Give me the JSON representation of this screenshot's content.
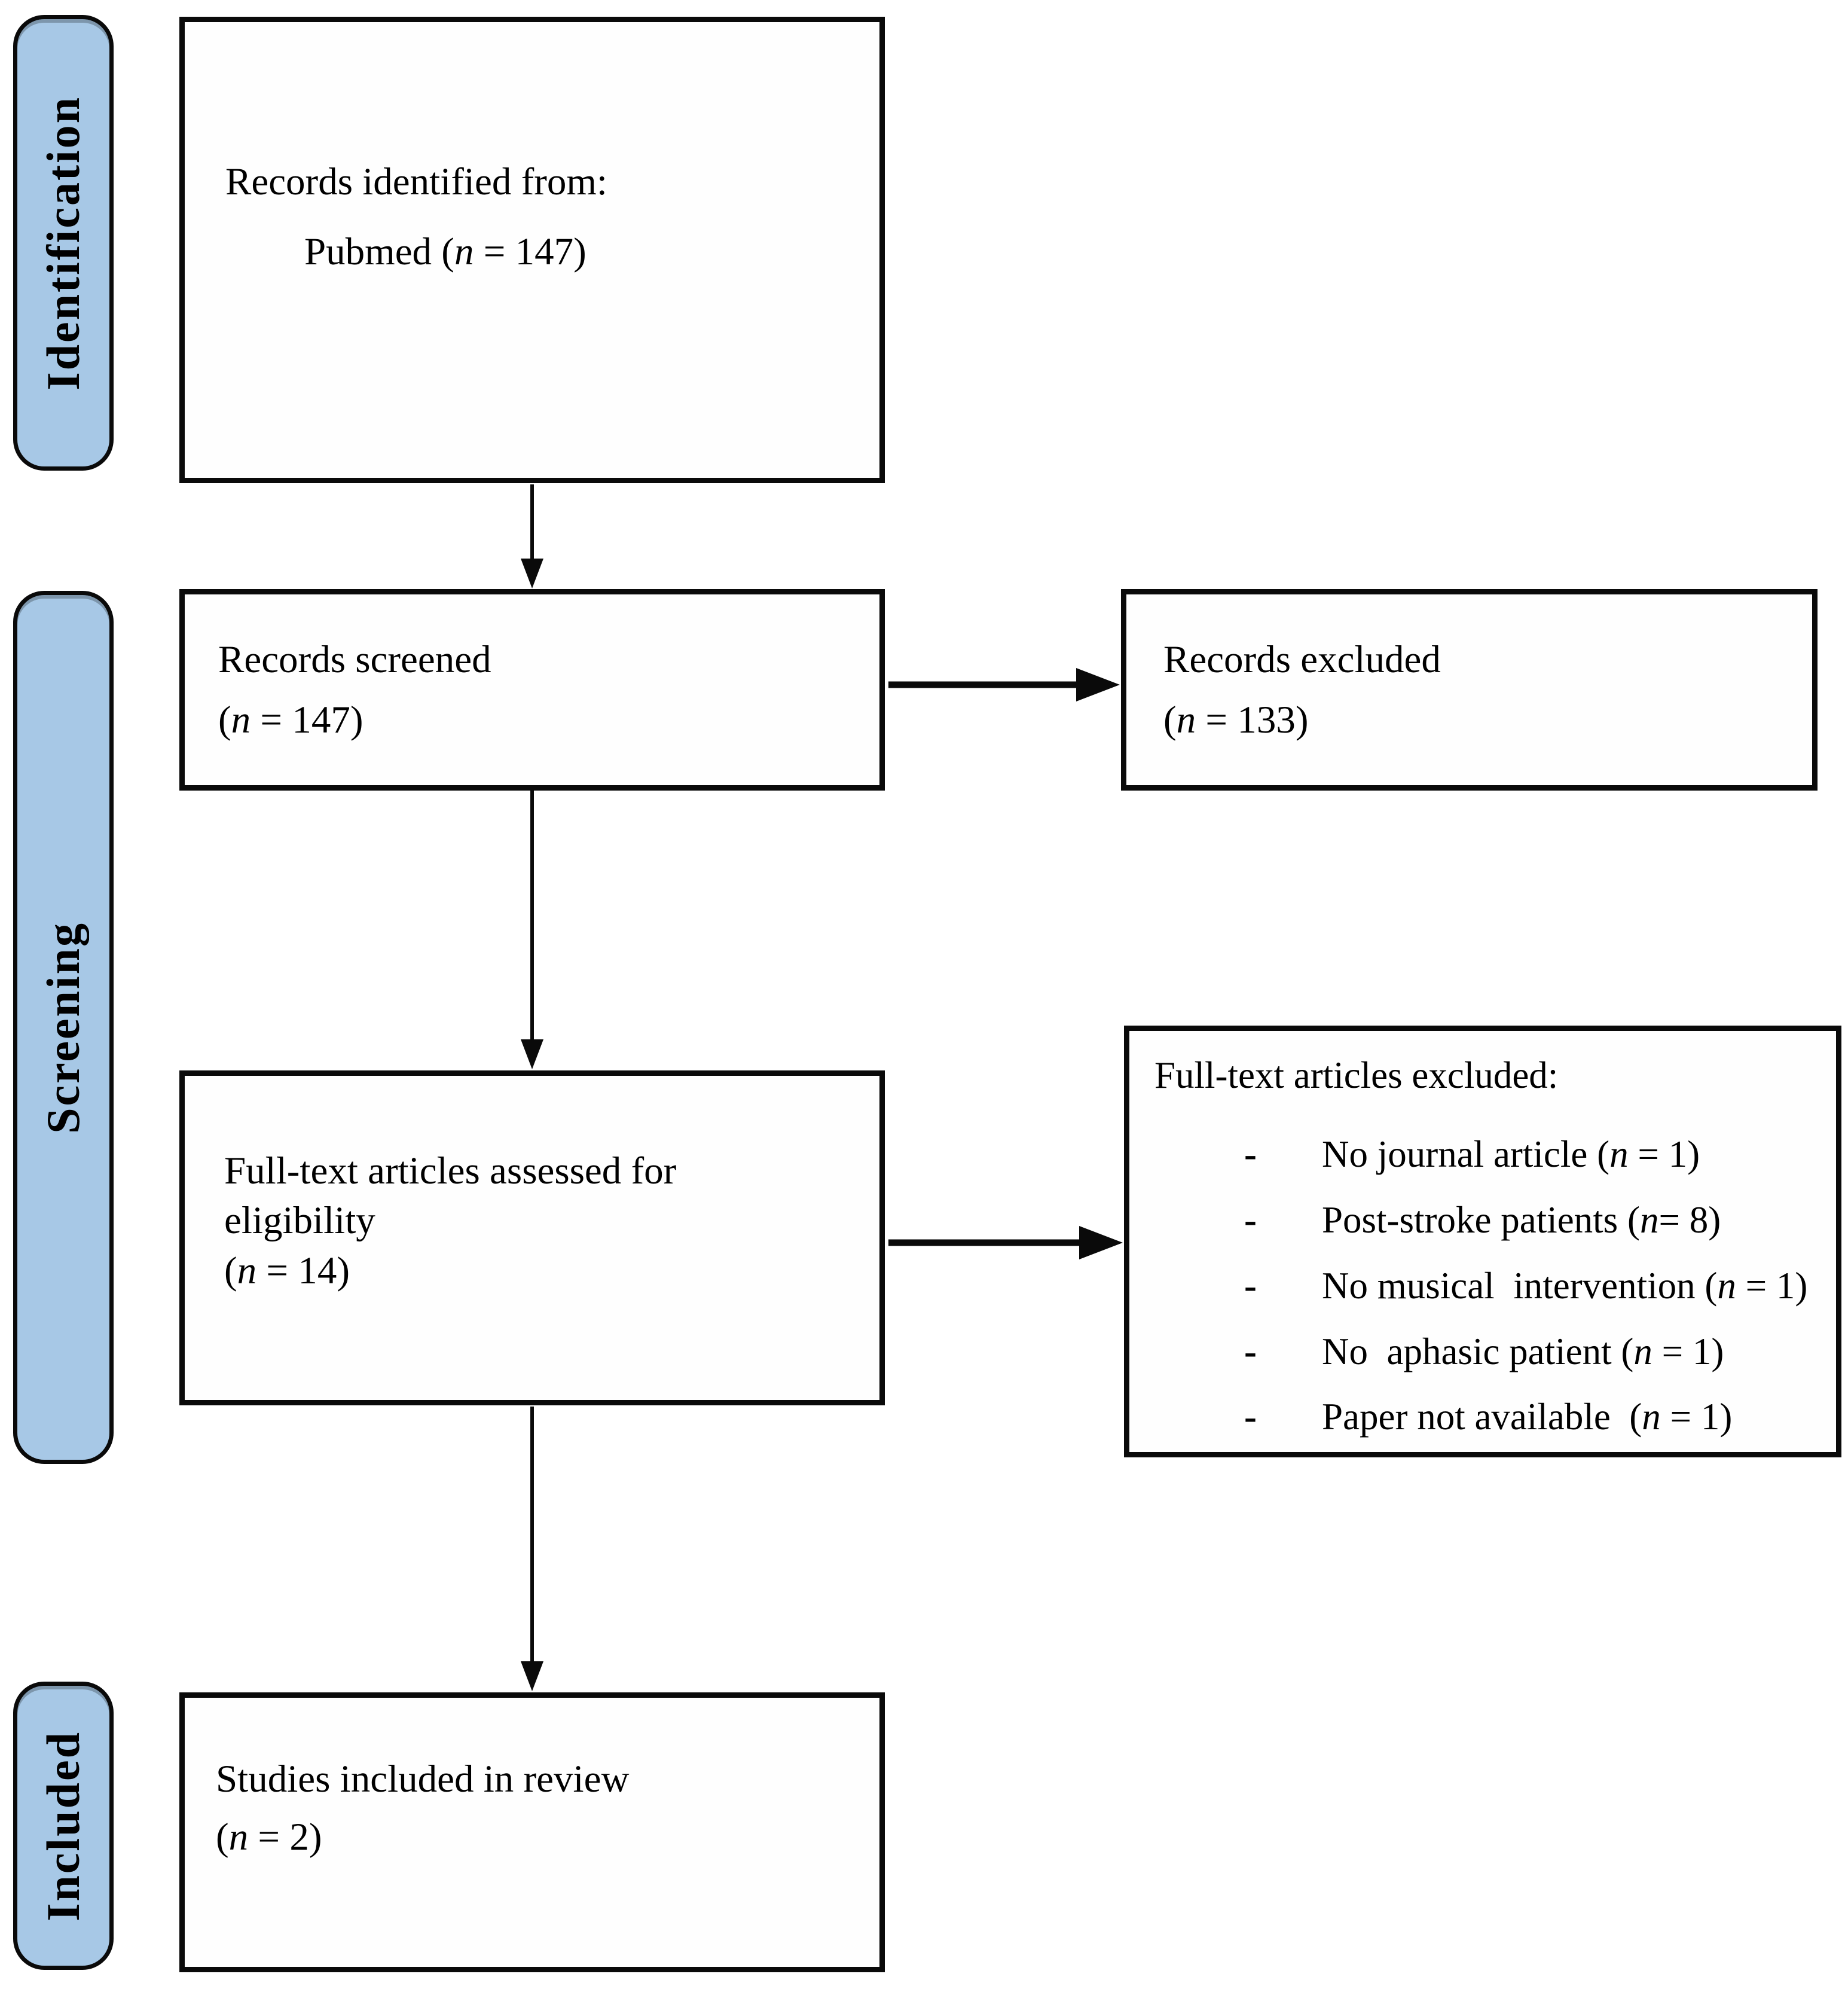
{
  "diagram": {
    "stages": {
      "identification": "Identification",
      "screening": "Screening",
      "included": "Included"
    },
    "boxes": {
      "identified": {
        "lines": [
          "Records identified from:",
          "Pubmed (n = 147)"
        ]
      },
      "screened": {
        "lines": [
          "Records screened",
          "(n = 147)"
        ]
      },
      "records_excluded": {
        "lines": [
          "Records excluded",
          "(n = 133)"
        ]
      },
      "assessed": {
        "lines": [
          "Full-text articles assessed for",
          "eligibility",
          "(n = 14)"
        ]
      },
      "fulltext_excluded": {
        "title": "Full-text articles excluded:",
        "bullet": "-",
        "items": [
          "No journal article (n = 1)",
          "Post-stroke patients (n= 8)",
          "No musical  intervention (n = 1)",
          "No  aphasic patient (n = 1)",
          "Paper not available  (n = 1)"
        ]
      },
      "included_review": {
        "lines": [
          "Studies included in review",
          "(n = 2)"
        ]
      }
    },
    "colors": {
      "stage_fill": "#a7c8e6",
      "line": "#0a0a0a",
      "box_background": "#fefefe"
    }
  }
}
